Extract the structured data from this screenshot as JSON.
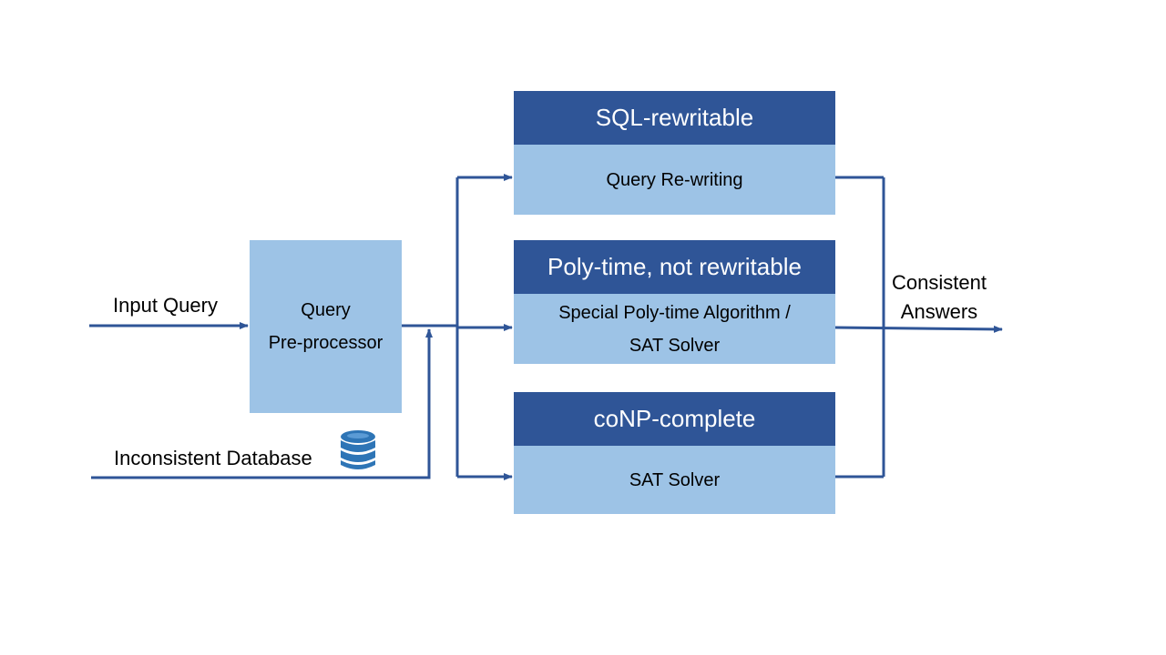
{
  "inputs": {
    "query_label": "Input Query",
    "database_label": "Inconsistent Database"
  },
  "preprocessor": {
    "line1": "Query",
    "line2": "Pre-processor"
  },
  "categories": [
    {
      "title": "SQL-rewritable",
      "method_line1": "Query Re-writing",
      "method_line2": ""
    },
    {
      "title": "Poly-time, not rewritable",
      "method_line1": "Special Poly-time Algorithm /",
      "method_line2": "SAT Solver"
    },
    {
      "title": "coNP-complete",
      "method_line1": "SAT Solver",
      "method_line2": ""
    }
  ],
  "output": {
    "line1": "Consistent",
    "line2": "Answers"
  },
  "icons": {
    "database": "database-icon"
  },
  "colors": {
    "arrow": "#2f5597",
    "header": "#2f5597",
    "box": "#9dc3e6"
  }
}
